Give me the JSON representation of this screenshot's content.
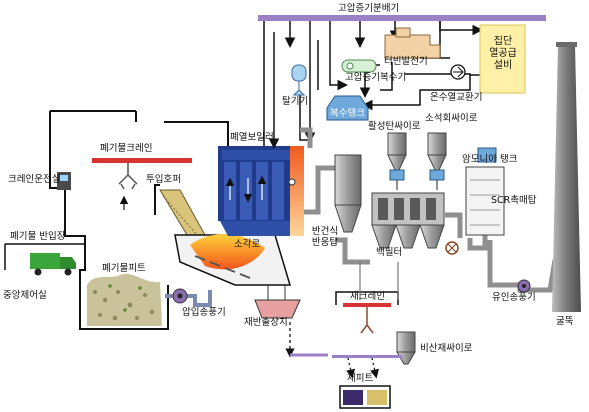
{
  "labels": {
    "hp_steam_header": "고압증기분배기",
    "turbine_generator": "터빈발전기",
    "hp_condenser": "고압증기복수기",
    "district_heating": "집단\n열공급\n설비",
    "hot_water_exchanger": "온수열교환기",
    "deaerator": "탈기기",
    "condensate_tank": "복수탱크",
    "waste_heat_boiler": "폐열보일러",
    "activated_carbon_silo": "활성탄싸이로",
    "slaked_lime_silo": "소석회싸이로",
    "ammonia_tank": "암모니아 탱크",
    "scr_reactor": "SCR촉매탑",
    "waste_crane": "폐기물크레인",
    "crane_cabin": "크레인운전실",
    "feed_hopper": "투입호퍼",
    "waste_receiving": "폐기물 반입장",
    "waste_pit": "폐기물피트",
    "control_room": "중앙제어실",
    "incinerator": "소각로",
    "fd_fan": "압입송풍기",
    "ash_extractor": "재반출장치",
    "semi_dry_reactor": "반건식\n반응탑",
    "bag_filter": "백필터",
    "id_fan": "유인송풍기",
    "stack": "굴뚝",
    "ash_crane": "재크레인",
    "fly_ash_silo": "비산재싸이로",
    "ash_pit": "재피트"
  },
  "colors": {
    "steam_line": "#111111",
    "header_bar": "#9b7fc7",
    "flue_gas_pipe": "#8f8f8f",
    "boiler": "#1f3d8c",
    "boiler_riser": "#f05a1e",
    "crane_beam": "#d63333",
    "district_heating_box": "#fff0a8",
    "stack": "#8a8a8a",
    "water_tank": "#6fa9dc"
  },
  "icons": [
    "arrow-right-icon",
    "arrow-down-icon",
    "arrow-up-icon",
    "truck-icon",
    "crane-hook-icon",
    "fan-icon"
  ]
}
